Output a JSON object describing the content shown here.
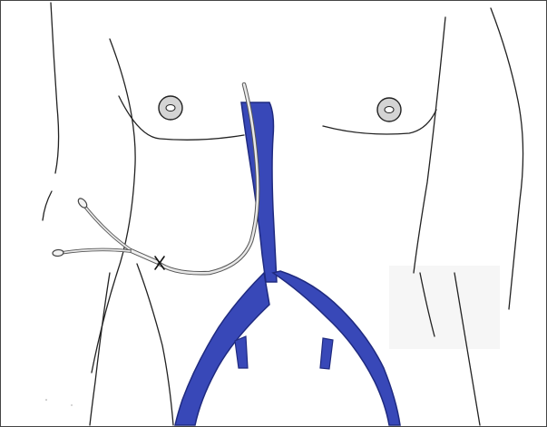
{
  "figure": {
    "subject": "torso-outline-with-venous-catheter",
    "colors": {
      "vein": "#3848b8",
      "vein_stroke": "#1f2a80",
      "outline": "#222222",
      "nipple_ring": "#d4d4d4",
      "catheter": "#b8b8b8",
      "background": "#ffffff",
      "faint_patch": "#f6f6f6"
    },
    "icons": [
      "body-outline",
      "nipple-left",
      "nipple-right",
      "vein-tree",
      "catheter-line",
      "suture-x"
    ]
  }
}
